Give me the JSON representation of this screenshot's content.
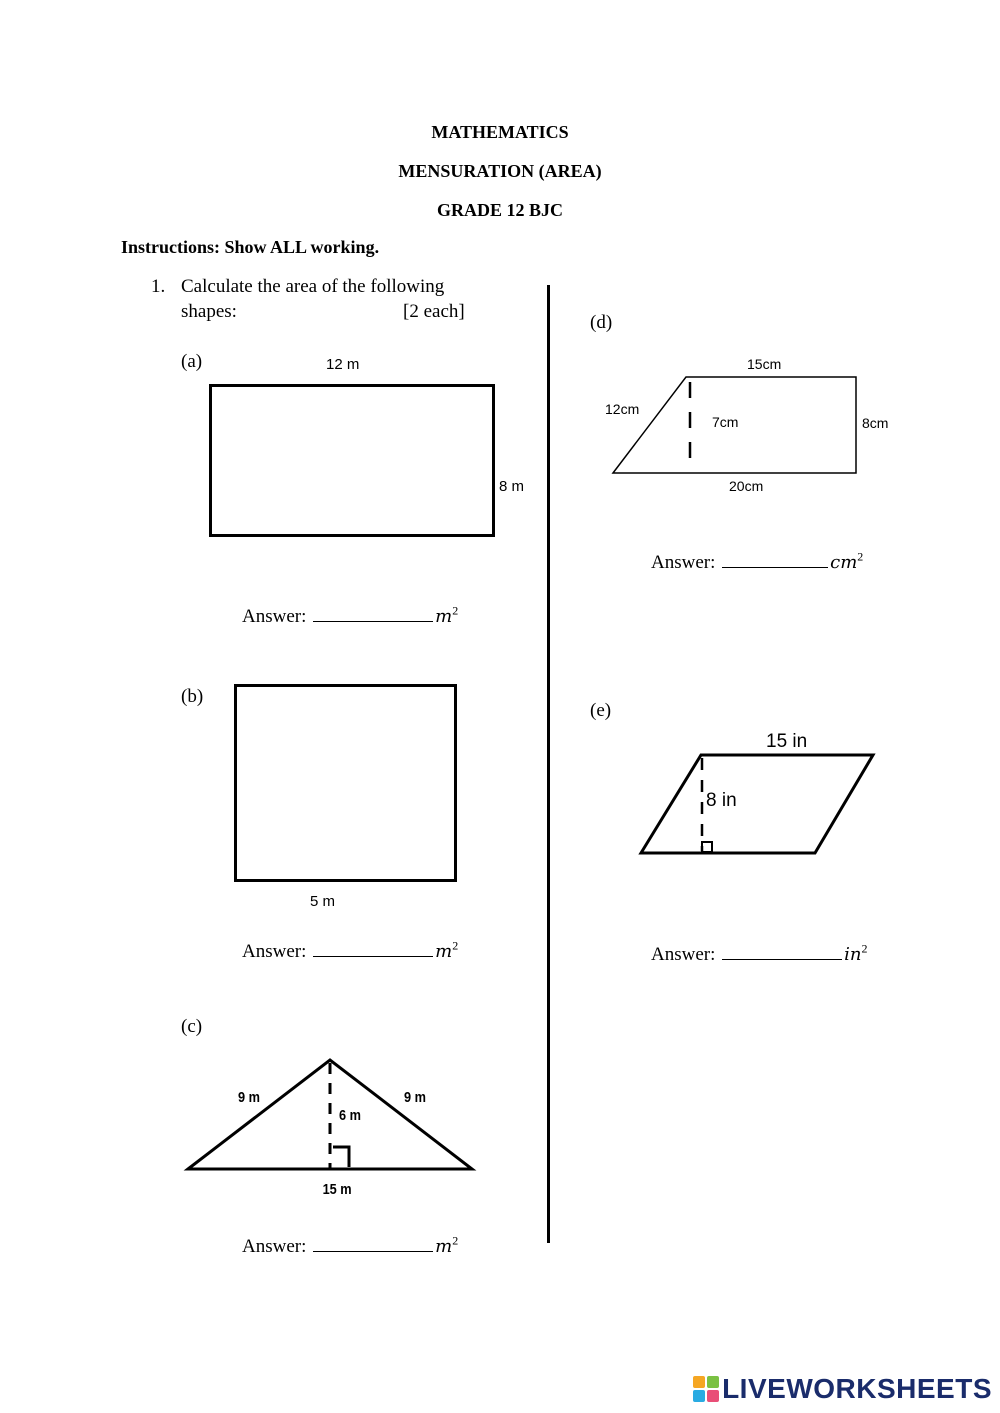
{
  "header": {
    "subject": "MATHEMATICS",
    "topic": "MENSURATION (AREA)",
    "grade": "GRADE 12 BJC"
  },
  "instructions": "Instructions: Show ALL working.",
  "question": {
    "number": "1.",
    "line1": "Calculate the area of the following",
    "line2": "shapes:",
    "marks": "[2 each]"
  },
  "answer_label": "Answer:",
  "parts": {
    "a": {
      "label": "(a)",
      "top": "12 m",
      "side": "8 m",
      "unit": "m",
      "exp": "2"
    },
    "b": {
      "label": "(b)",
      "bottom": "5 m",
      "unit": "m",
      "exp": "2"
    },
    "c": {
      "label": "(c)",
      "left_side": "9 m",
      "right_side": "9 m",
      "height": "6 m",
      "base": "15 m",
      "unit": "m",
      "exp": "2"
    },
    "d": {
      "label": "(d)",
      "top": "15cm",
      "slant": "12cm",
      "height": "7cm",
      "right": "8cm",
      "bottom": "20cm",
      "unit": "cm",
      "exp": "2"
    },
    "e": {
      "label": "(e)",
      "top": "15 in",
      "height": "8 in",
      "unit": "in",
      "exp": "2"
    }
  },
  "brand": {
    "name": "LIVEWORKSHEETS",
    "colors": [
      "#f5a623",
      "#7ac143",
      "#29abe2",
      "#e94e77"
    ]
  }
}
